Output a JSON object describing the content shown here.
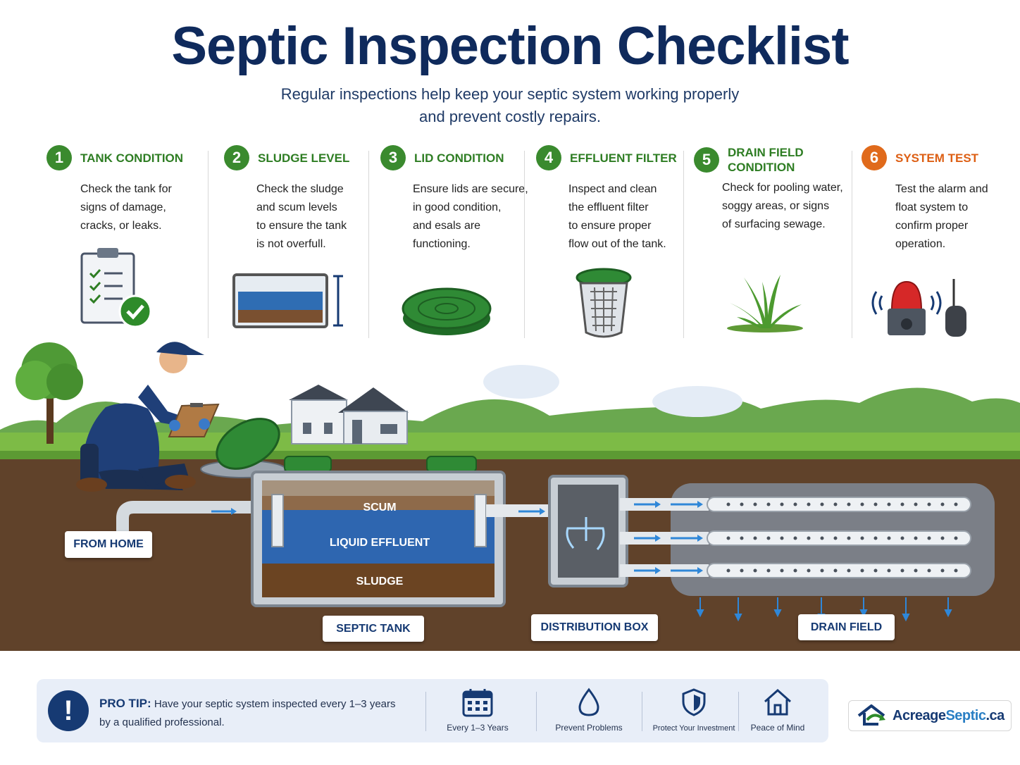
{
  "header": {
    "title": "Septic Inspection Checklist",
    "subtitle_line1": "Regular inspections help keep your septic system working properly",
    "subtitle_line2": "and prevent costly repairs."
  },
  "steps": [
    {
      "number": "1",
      "label": "TANK CONDITION",
      "lines": [
        "Check the tank for",
        "signs of damage,",
        "cracks, or leaks."
      ],
      "icon": "clipboard-checklist-icon",
      "color": "#3a8a2e"
    },
    {
      "number": "2",
      "label": "SLUDGE LEVEL",
      "lines": [
        "Check the sludge",
        "and scum levels",
        "to ensure the tank",
        "is not overfull."
      ],
      "icon": "tank-level-icon",
      "color": "#3a8a2e"
    },
    {
      "number": "3",
      "label": "LID CONDITION",
      "lines": [
        "Ensure lids are secure,",
        "in good condition,",
        "and esals are",
        "functioning."
      ],
      "icon": "septic-lid-icon",
      "color": "#3a8a2e"
    },
    {
      "number": "4",
      "label": "EFFLUENT FILTER",
      "lines": [
        "Inspect and clean",
        "the effluent filter",
        "to ensure proper",
        "flow out of the tank."
      ],
      "icon": "effluent-filter-icon",
      "color": "#3a8a2e"
    },
    {
      "number": "5",
      "label_line1": "DRAIN FIELD",
      "label_line2": "CONDITION",
      "lines": [
        "Check for pooling water,",
        "soggy areas, or signs",
        "of surfacing sewage."
      ],
      "icon": "grass-icon",
      "color": "#3a8a2e"
    },
    {
      "number": "6",
      "label": "SYSTEM TEST",
      "lines": [
        "Test the alarm and",
        "float system to",
        "confirm proper",
        "operation."
      ],
      "icon": "alarm-light-icon",
      "color": "#e06a1b"
    }
  ],
  "diagram": {
    "from_home": "FROM HOME",
    "scum": "SCUM",
    "liquid": "LIQUID EFFLUENT",
    "sludge": "SLUDGE",
    "septic_tank": "SEPTIC TANK",
    "distribution_box": "DISTRIBUTION BOX",
    "drain_field": "DRAIN FIELD"
  },
  "bottom": {
    "tip_label": "PRO TIP:",
    "tip_text_1": "Have your septic system inspected every 1–3 years",
    "tip_text_2": "by a qualified professional.",
    "features": [
      {
        "label": "Every 1–3 Years",
        "icon": "calendar-icon"
      },
      {
        "label": "Prevent Problems",
        "icon": "water-drop-icon"
      },
      {
        "label": "Protect Your Investment",
        "icon": "shield-icon"
      },
      {
        "label": "Peace of Mind",
        "icon": "house-icon"
      }
    ]
  },
  "brand": {
    "name_part1": "Acreage",
    "name_part2": "Septic",
    "name_part3": ".ca",
    "color_primary": "#163a73",
    "color_accent": "#2a7fc4"
  }
}
